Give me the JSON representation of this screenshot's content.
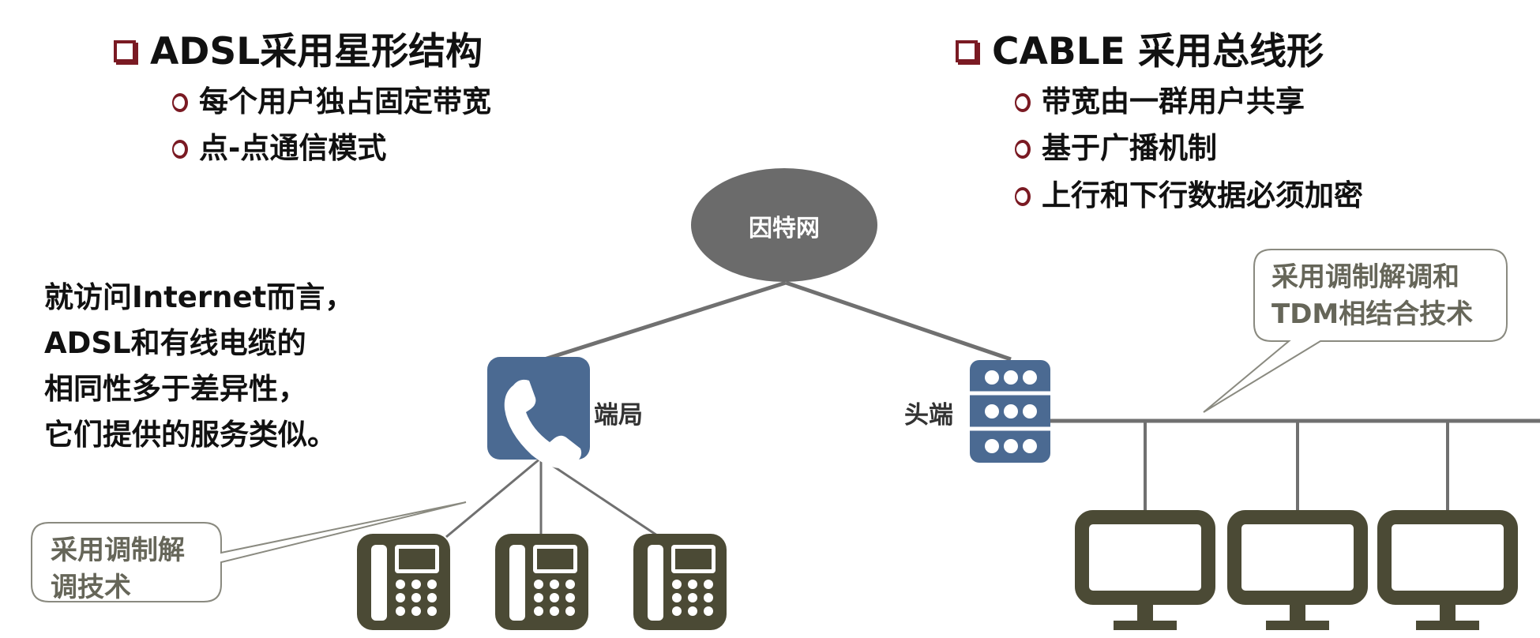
{
  "left": {
    "heading": "ADSL采用星形结构",
    "bullets": [
      "每个用户独占固定带宽",
      "点-点通信模式"
    ]
  },
  "right": {
    "heading": "CABLE 采用总线形",
    "bullets": [
      "带宽由一群用户共享",
      "基于广播机制",
      "上行和下行数据必须加密"
    ]
  },
  "note": {
    "lines": [
      "就访问Internet而言，",
      "ADSL和有线电缆的",
      "相同性多于差异性，",
      "它们提供的服务类似。"
    ]
  },
  "cloud": {
    "label": "因特网"
  },
  "nodes": {
    "central_office": "端局",
    "headend": "头端"
  },
  "callouts": {
    "left": [
      "采用调制解",
      "调技术"
    ],
    "right": [
      "采用调制解调和",
      "TDM相结合技术"
    ]
  },
  "icons": {
    "bullet_square": "square-bullet-icon",
    "bullet_ring": "ring-bullet-icon",
    "phone": "phone-handset-icon",
    "server": "server-icon",
    "desk_phone": "desk-phone-icon",
    "monitor": "monitor-icon"
  },
  "colors": {
    "accent": "#7a1a23",
    "node_blue": "#4b6a92",
    "device_olive": "#4b4a35",
    "cloud_gray": "#6b6b6b",
    "line_gray": "#707070"
  }
}
